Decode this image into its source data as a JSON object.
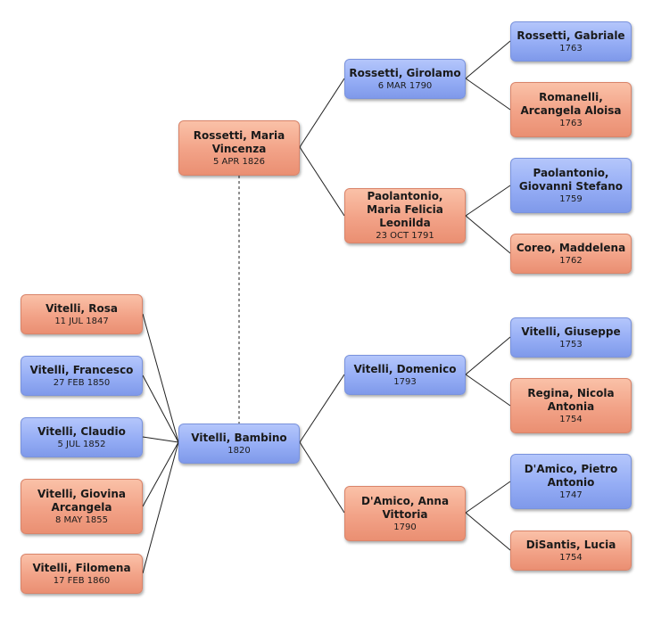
{
  "people": {
    "bambino": {
      "name": "Vitelli, Bambino",
      "date": "1820"
    },
    "maria_v": {
      "name": "Rossetti, Maria Vincenza",
      "date": "5 APR 1826"
    },
    "girolamo": {
      "name": "Rossetti, Girolamo",
      "date": "6 MAR 1790"
    },
    "maria_f": {
      "name": "Paolantonio, Maria Felicia Leonilda",
      "date": "23 OCT 1791"
    },
    "gabriale": {
      "name": "Rossetti, Gabriale",
      "date": "1763"
    },
    "arcangela_a": {
      "name": "Romanelli, Arcangela Aloisa",
      "date": "1763"
    },
    "giovanni_s": {
      "name": "Paolantonio, Giovanni Stefano",
      "date": "1759"
    },
    "maddelena": {
      "name": "Coreo, Maddelena",
      "date": "1762"
    },
    "domenico": {
      "name": "Vitelli, Domenico",
      "date": "1793"
    },
    "anna_v": {
      "name": "D'Amico, Anna Vittoria",
      "date": "1790"
    },
    "giuseppe": {
      "name": "Vitelli, Giuseppe",
      "date": "1753"
    },
    "nicola_a": {
      "name": "Regina, Nicola Antonia",
      "date": "1754"
    },
    "pietro_a": {
      "name": "D'Amico, Pietro Antonio",
      "date": "1747"
    },
    "lucia": {
      "name": "DiSantis, Lucia",
      "date": "1754"
    },
    "rosa": {
      "name": "Vitelli, Rosa",
      "date": "11 JUL 1847"
    },
    "francesco": {
      "name": "Vitelli, Francesco",
      "date": "27 FEB 1850"
    },
    "claudio": {
      "name": "Vitelli, Claudio",
      "date": "5 JUL 1852"
    },
    "giovina": {
      "name": "Vitelli, Giovina Arcangela",
      "date": "8 MAY 1855"
    },
    "filomena": {
      "name": "Vitelli, Filomena",
      "date": "17 FEB 1860"
    }
  },
  "colors": {
    "female": "#f2a287",
    "male": "#95adf5",
    "line": "#222222"
  }
}
